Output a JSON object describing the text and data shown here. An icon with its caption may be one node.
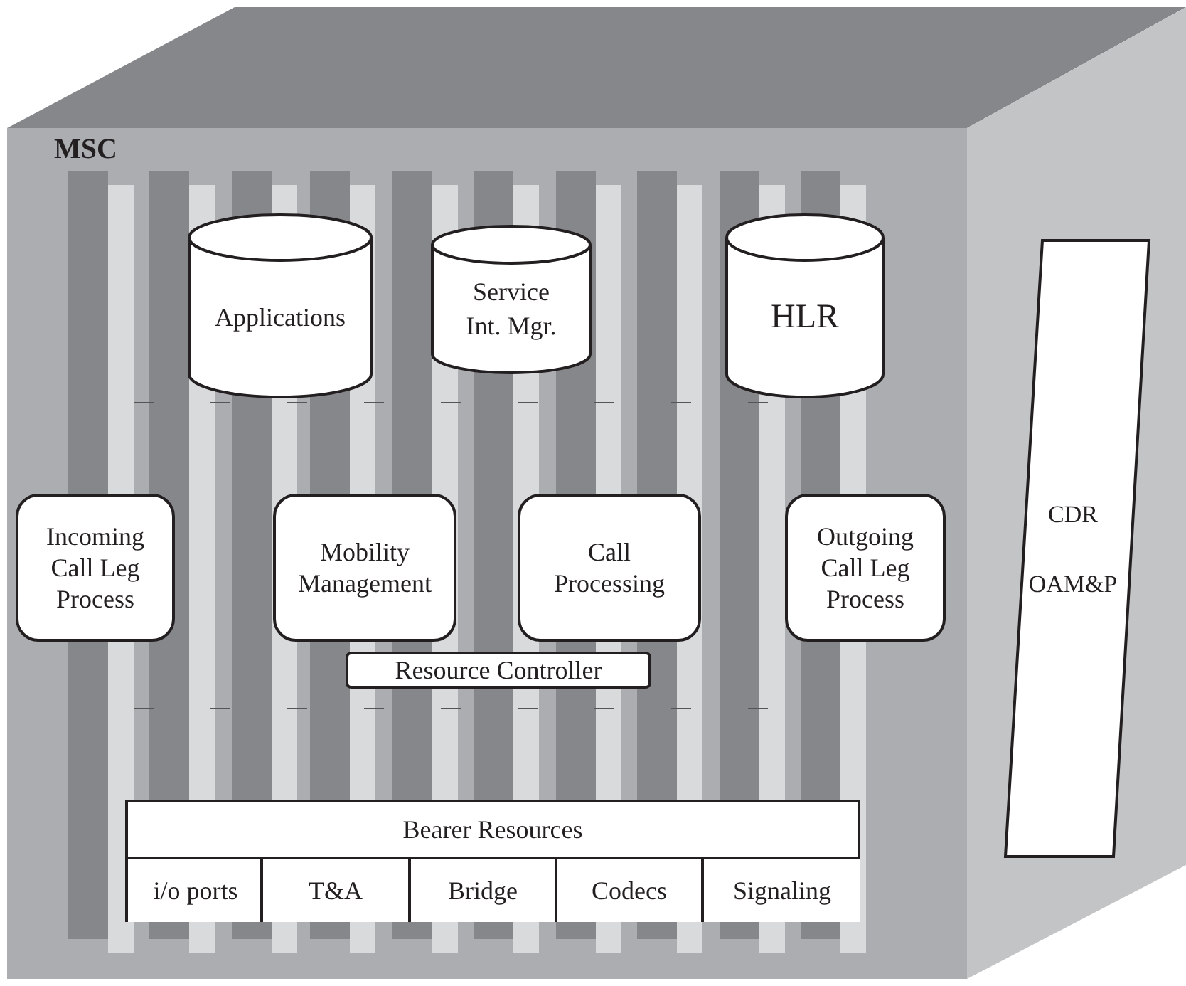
{
  "diagram": {
    "nodes": [
      {
        "text": [
          "MSC"
        ]
      },
      {
        "text": [
          "Applications"
        ],
        "in": 0
      },
      {
        "text": [
          "Service Int. Mgr."
        ],
        "in": 0
      },
      {
        "text": [
          "HLR"
        ],
        "in": 0
      },
      {
        "text": [
          "Incoming Call Leg Process"
        ],
        "in": 0
      },
      {
        "text": [
          "Mobility Management"
        ],
        "in": 0
      },
      {
        "text": [
          "Call Processing"
        ],
        "in": 0
      },
      {
        "text": [
          "Outgoing Call Leg Process"
        ],
        "in": 0
      },
      {
        "text": [
          "Resource Controller"
        ],
        "in": 0
      },
      {
        "text": [
          "Bearer Resources"
        ],
        "in": 0
      },
      {
        "text": [
          "i/o ports"
        ],
        "in": 9
      },
      {
        "text": [
          "T&A"
        ],
        "in": 9
      },
      {
        "text": [
          "Bridge"
        ],
        "in": 9
      },
      {
        "text": [
          "Codecs"
        ],
        "in": 9
      },
      {
        "text": [
          "Signaling"
        ],
        "in": 9
      },
      {
        "text": [
          "CDR",
          "OAM&P"
        ]
      }
    ]
  }
}
